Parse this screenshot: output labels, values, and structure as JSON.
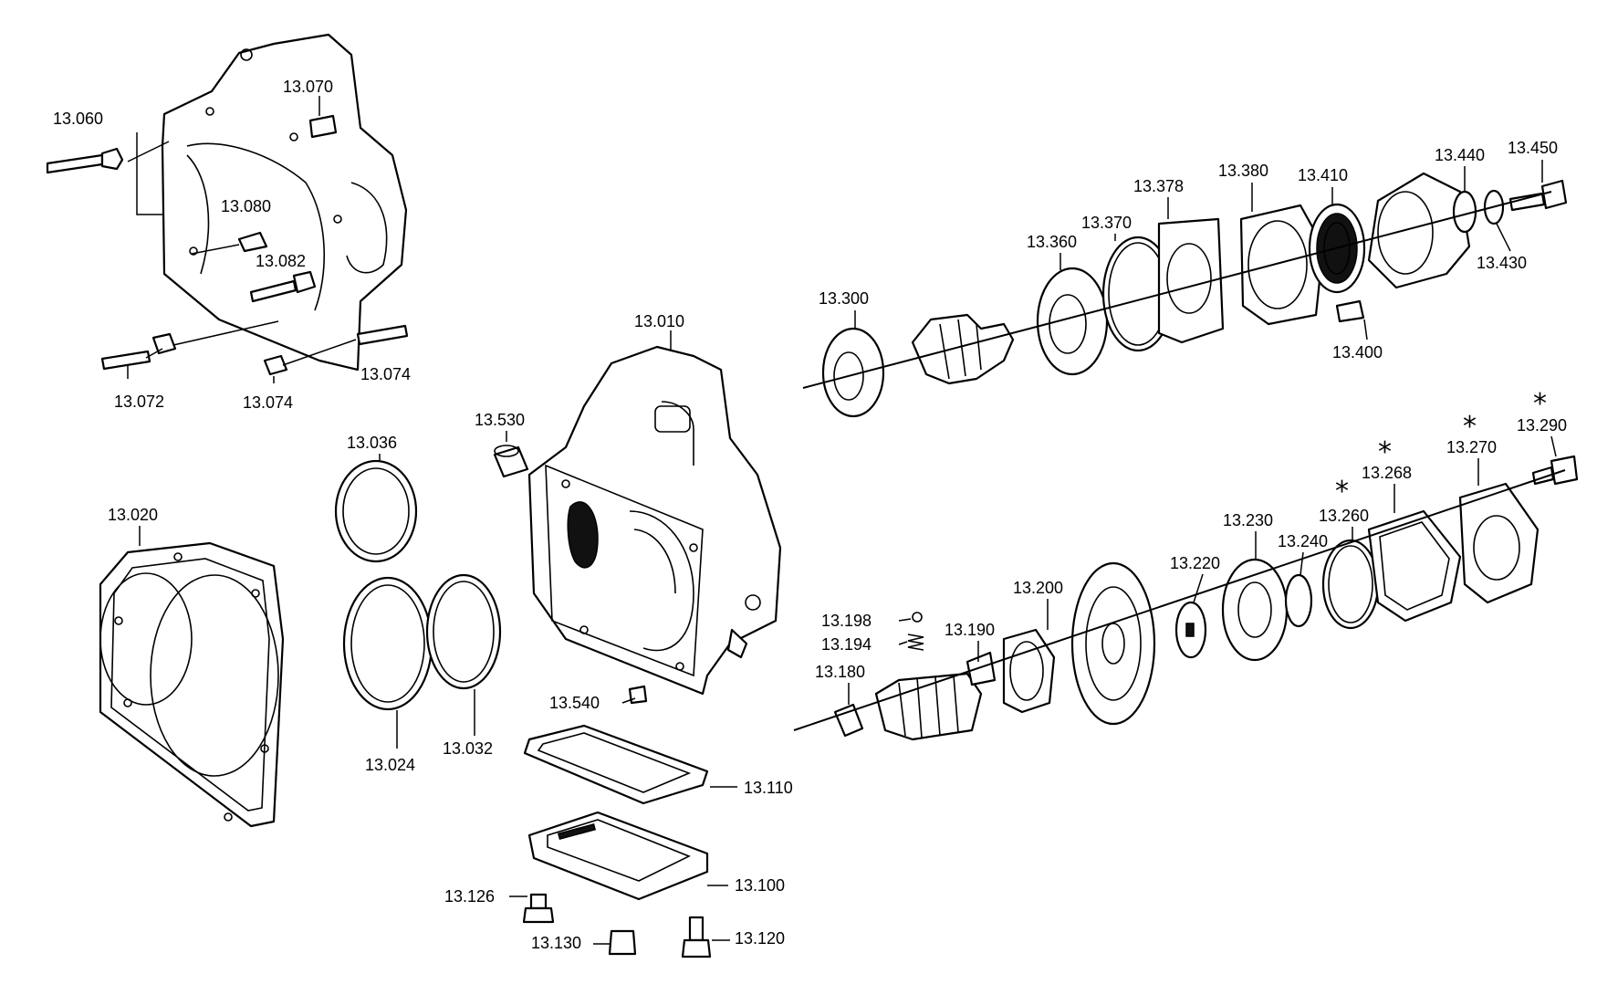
{
  "labels": {
    "p13_060": "13.060",
    "p13_070": "13.070",
    "p13_080": "13.080",
    "p13_082": "13.082",
    "p13_072": "13.072",
    "p13_074a": "13.074",
    "p13_074b": "13.074",
    "p13_010": "13.010",
    "p13_020": "13.020",
    "p13_024": "13.024",
    "p13_032": "13.032",
    "p13_036": "13.036",
    "p13_530": "13.530",
    "p13_540": "13.540",
    "p13_110": "13.110",
    "p13_100": "13.100",
    "p13_126": "13.126",
    "p13_130": "13.130",
    "p13_120": "13.120",
    "p13_300": "13.300",
    "p13_360": "13.360",
    "p13_370": "13.370",
    "p13_378": "13.378",
    "p13_380": "13.380",
    "p13_410": "13.410",
    "p13_440": "13.440",
    "p13_450": "13.450",
    "p13_430": "13.430",
    "p13_400": "13.400",
    "p13_180": "13.180",
    "p13_190": "13.190",
    "p13_194": "13.194",
    "p13_198": "13.198",
    "p13_200": "13.200",
    "p13_220": "13.220",
    "p13_230": "13.230",
    "p13_240": "13.240",
    "p13_260": "13.260",
    "p13_268": "13.268",
    "p13_270": "13.270",
    "p13_290": "13.290"
  },
  "marks": {
    "asterisk": "*"
  }
}
